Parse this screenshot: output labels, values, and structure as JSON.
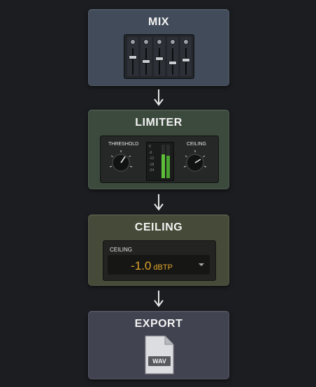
{
  "stages": {
    "mix": {
      "title": "MIX",
      "channel_count": 5
    },
    "limiter": {
      "title": "LIMITER",
      "threshold_label": "THRESHOLD",
      "ceiling_label": "CEILING",
      "meter_scale": [
        "0",
        "-6",
        "-12",
        "-18",
        "-24"
      ]
    },
    "ceiling": {
      "title": "CEILING",
      "field_label": "CEILING",
      "value": "-1.0",
      "unit": "dBTP"
    },
    "export": {
      "title": "EXPORT",
      "file_format": "WAV"
    }
  },
  "colors": {
    "background": "#1b1d20",
    "mix": "#414b5a",
    "limiter": "#3b4a3d",
    "ceiling": "#464a38",
    "export": "#424351",
    "value_accent": "#e0a52c",
    "meter_green": "#5fbf3a"
  },
  "icons": [
    "mixer-icon",
    "knob-icon",
    "level-meter-icon",
    "dropdown-arrow-icon",
    "wav-file-icon",
    "arrow-down-icon"
  ]
}
